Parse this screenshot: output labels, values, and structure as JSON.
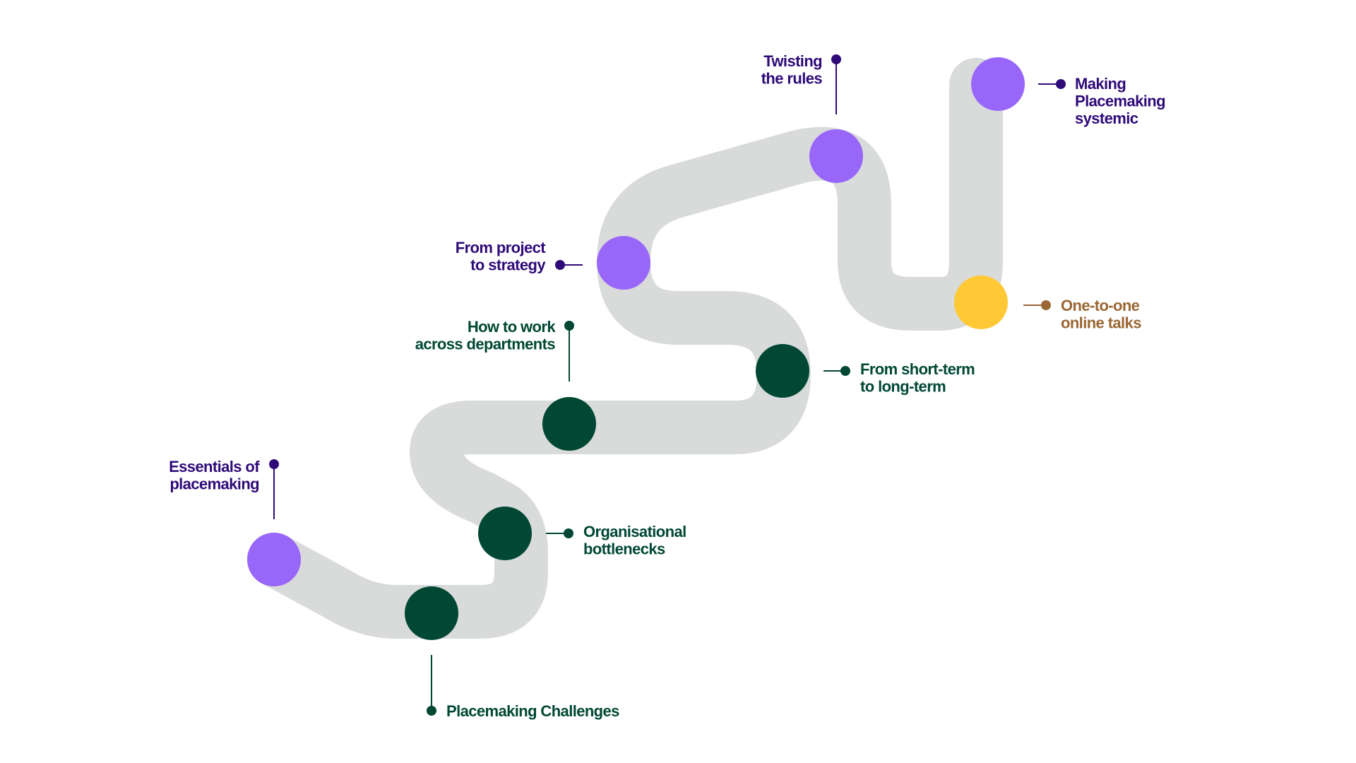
{
  "colors": {
    "road": "#d8dbda",
    "purple_node": "#9966fa",
    "green_node": "#004834",
    "yellow_node": "#ffc935",
    "purple_text": "#2f0a78",
    "green_text": "#004834",
    "yellow_text": "#9a6634",
    "background": "#ffffff"
  },
  "milestones": [
    {
      "id": "essentials",
      "lines": [
        "Essentials of",
        "placemaking"
      ],
      "color": "purple"
    },
    {
      "id": "challenges",
      "lines": [
        "Placemaking Challenges"
      ],
      "color": "green"
    },
    {
      "id": "bottlenecks",
      "lines": [
        "Organisational",
        "bottlenecks"
      ],
      "color": "green"
    },
    {
      "id": "departments",
      "lines": [
        "How to work",
        "across departments"
      ],
      "color": "green"
    },
    {
      "id": "short-long",
      "lines": [
        "From short-term",
        "to long-term"
      ],
      "color": "green"
    },
    {
      "id": "project-strategy",
      "lines": [
        "From project",
        "to strategy"
      ],
      "color": "purple"
    },
    {
      "id": "twisting",
      "lines": [
        "Twisting",
        "the rules"
      ],
      "color": "purple"
    },
    {
      "id": "one-to-one",
      "lines": [
        "One-to-one",
        "online talks"
      ],
      "color": "yellow"
    },
    {
      "id": "systemic",
      "lines": [
        "Making",
        "Placemaking",
        "systemic"
      ],
      "color": "purple"
    }
  ]
}
